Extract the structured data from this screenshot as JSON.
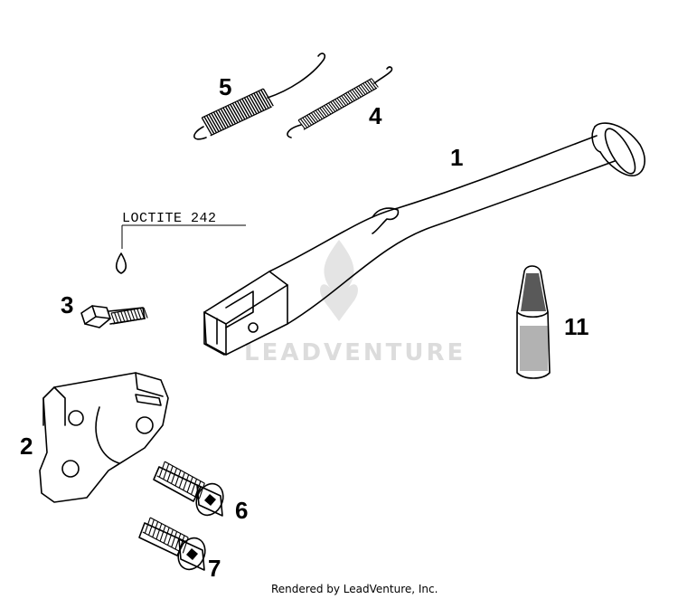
{
  "callouts": {
    "p1": "1",
    "p2": "2",
    "p3": "3",
    "p4": "4",
    "p5": "5",
    "p6": "6",
    "p7": "7",
    "p11": "11"
  },
  "loctite_label": "LOCTITE 242",
  "watermark": "LEADVENTURE",
  "footer": "Rendered by LeadVenture, Inc."
}
